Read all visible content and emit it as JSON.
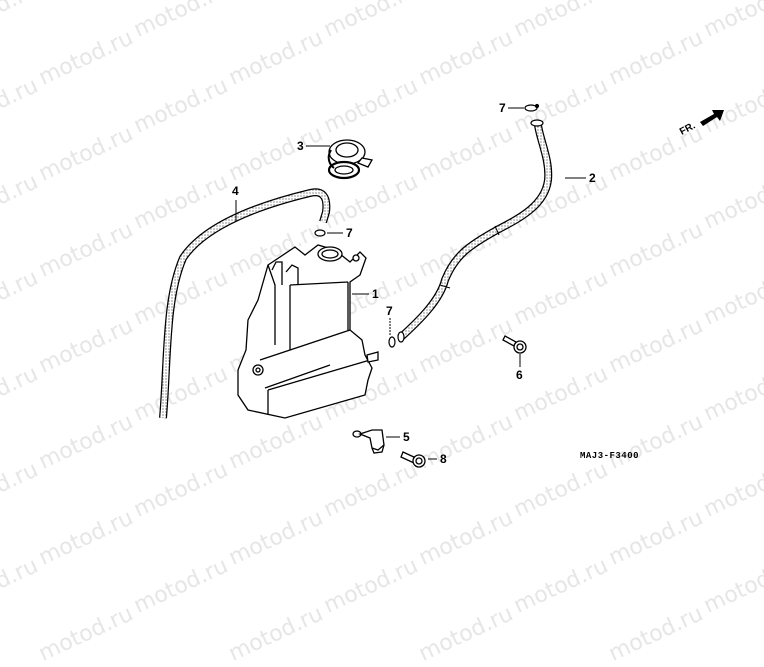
{
  "watermark": {
    "text": "motod.ru",
    "color": "#e6e6e6"
  },
  "diagram": {
    "title_code": "MAJ3-F3400",
    "direction_label": "FR.",
    "callouts": [
      {
        "id": "1",
        "part": "reserve-tank"
      },
      {
        "id": "2",
        "part": "overflow-hose"
      },
      {
        "id": "3",
        "part": "tank-cap"
      },
      {
        "id": "4",
        "part": "siphon-hose"
      },
      {
        "id": "5",
        "part": "hose-clamp-stay"
      },
      {
        "id": "6",
        "part": "flange-bolt"
      },
      {
        "id": "7",
        "part": "hose-clip"
      },
      {
        "id": "7b",
        "part": "hose-clip"
      },
      {
        "id": "7c",
        "part": "hose-clip"
      },
      {
        "id": "8",
        "part": "flange-bolt"
      }
    ],
    "labels": {
      "c1": "1",
      "c2": "2",
      "c3": "3",
      "c4": "4",
      "c5": "5",
      "c6": "6",
      "c7a": "7",
      "c7b": "7",
      "c7c": "7",
      "c8": "8"
    }
  }
}
